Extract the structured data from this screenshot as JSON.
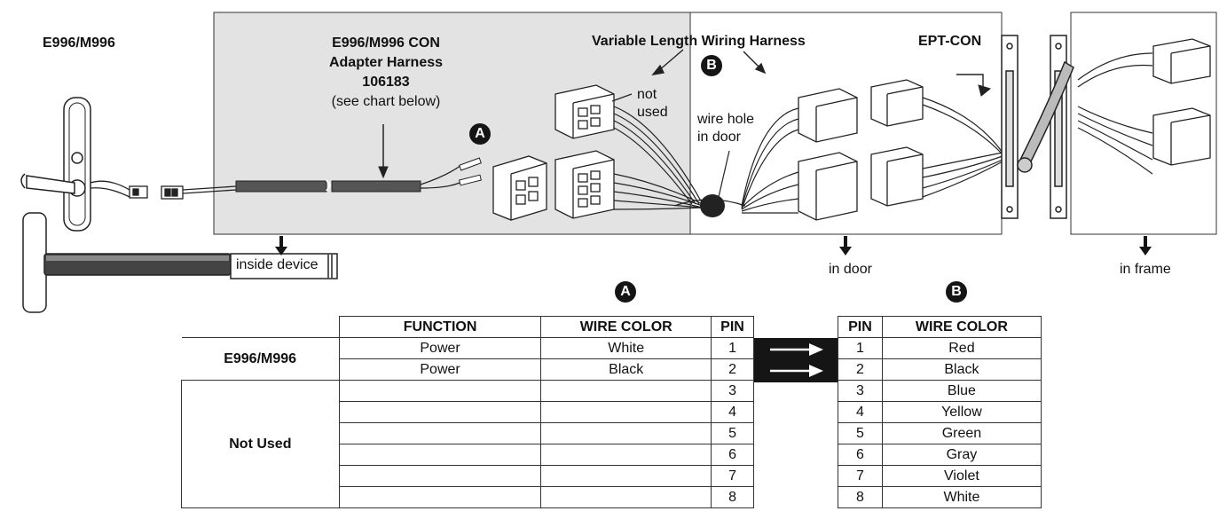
{
  "labels": {
    "e996_m996_top": "E996/M996",
    "adapter_line1": "E996/M996 CON",
    "adapter_line2": "Adapter Harness",
    "adapter_line3": "106183",
    "adapter_line4": "(see chart below)",
    "variable_harness": "Variable Length Wiring Harness",
    "ept_con": "EPT-CON",
    "not_used_line1": "not",
    "not_used_line2": "used",
    "wire_hole_line1": "wire hole",
    "wire_hole_line2": "in door",
    "inside_device": "inside device",
    "in_door": "in door",
    "in_frame": "in frame",
    "badge_a": "A",
    "badge_b": "B"
  },
  "table_a": {
    "badge": "A",
    "headers": {
      "function": "FUNCTION",
      "wire_color": "WIRE COLOR",
      "pin": "PIN"
    },
    "groups": [
      {
        "label": "E996/M996",
        "rows": [
          {
            "function": "Power",
            "wire_color": "White",
            "pin": "1"
          },
          {
            "function": "Power",
            "wire_color": "Black",
            "pin": "2"
          }
        ]
      },
      {
        "label": "Not Used",
        "rows": [
          {
            "function": "",
            "wire_color": "",
            "pin": "3"
          },
          {
            "function": "",
            "wire_color": "",
            "pin": "4"
          },
          {
            "function": "",
            "wire_color": "",
            "pin": "5"
          },
          {
            "function": "",
            "wire_color": "",
            "pin": "6"
          },
          {
            "function": "",
            "wire_color": "",
            "pin": "7"
          },
          {
            "function": "",
            "wire_color": "",
            "pin": "8"
          }
        ]
      }
    ]
  },
  "table_b": {
    "badge": "B",
    "headers": {
      "pin": "PIN",
      "wire_color": "WIRE COLOR"
    },
    "rows": [
      {
        "pin": "1",
        "wire_color": "Red"
      },
      {
        "pin": "2",
        "wire_color": "Black"
      },
      {
        "pin": "3",
        "wire_color": "Blue"
      },
      {
        "pin": "4",
        "wire_color": "Yellow"
      },
      {
        "pin": "5",
        "wire_color": "Green"
      },
      {
        "pin": "6",
        "wire_color": "Gray"
      },
      {
        "pin": "7",
        "wire_color": "Violet"
      },
      {
        "pin": "8",
        "wire_color": "White"
      }
    ]
  },
  "colors": {
    "panel_gray": "#e3e3e3",
    "ink": "#151515",
    "line": "#333333"
  }
}
